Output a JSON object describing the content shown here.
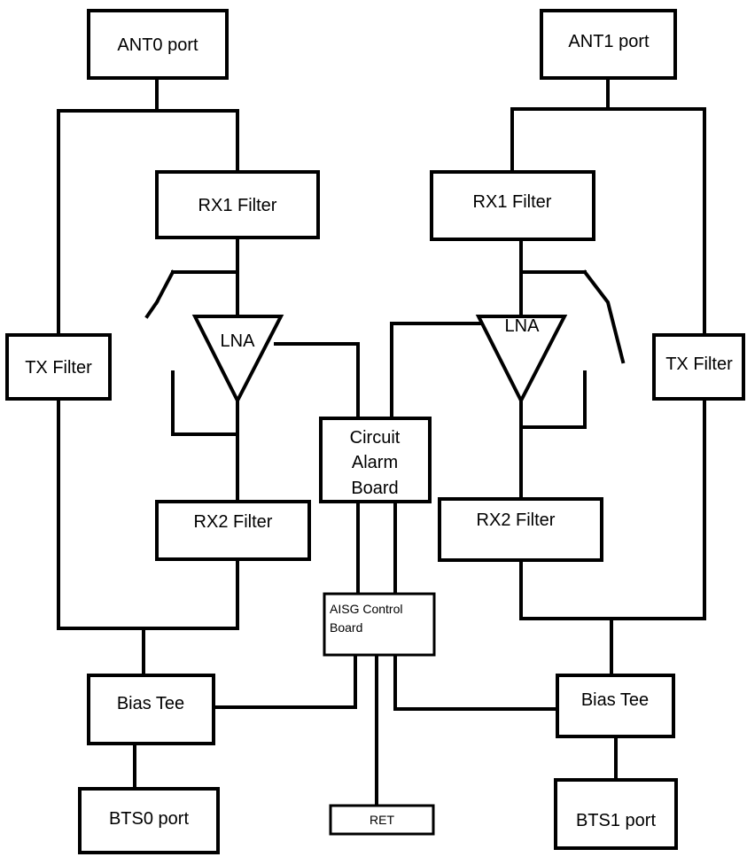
{
  "colors": {
    "line": "#000000",
    "background": "#ffffff"
  },
  "blocks": {
    "ant0_port": "ANT0 port",
    "ant1_port": "ANT1 port",
    "rx1_filter_left": "RX1 Filter",
    "rx1_filter_right": "RX1 Filter",
    "lna_left": "LNA",
    "lna_right": "LNA",
    "tx_filter_left": "TX Filter",
    "tx_filter_right": "TX Filter",
    "circuit_alarm_board": [
      "Circuit",
      "Alarm",
      "Board"
    ],
    "rx2_filter_left": "RX2 Filter",
    "rx2_filter_right": "RX2 Filter",
    "aisg_control_board": [
      "AISG Control",
      "Board"
    ],
    "bias_tee_left": "Bias Tee",
    "bias_tee_right": "Bias Tee",
    "bts0_port": "BTS0 port",
    "bts1_port": "BTS1 port",
    "ret": "RET"
  }
}
